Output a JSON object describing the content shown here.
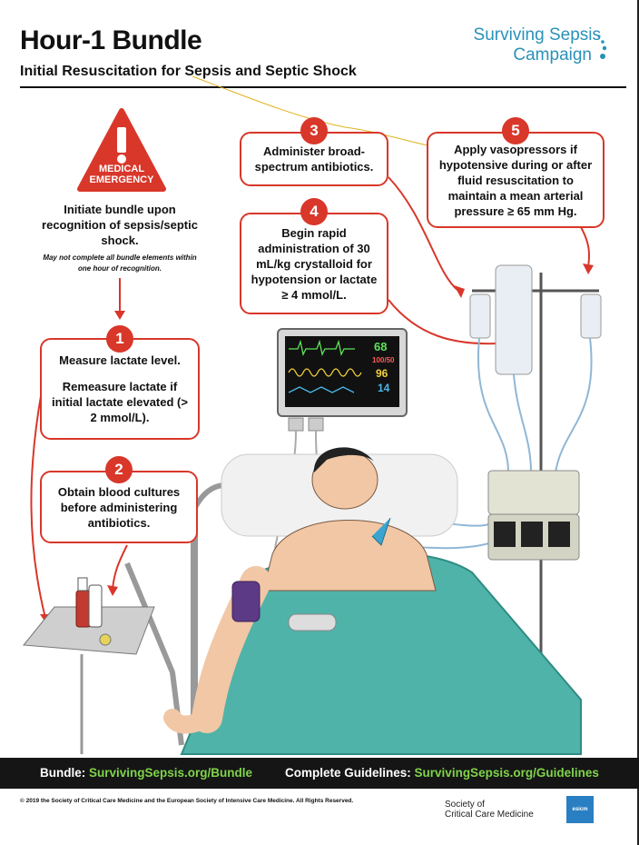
{
  "header": {
    "title": "Hour-1 Bundle",
    "subtitle": "Initial Resuscitation for Sepsis and Septic Shock",
    "logo_line1": "Surviving Sepsis",
    "logo_line2": "Campaign"
  },
  "emergency": {
    "icon": "warning-exclamation-icon",
    "line1": "MEDICAL",
    "line2": "EMERGENCY",
    "initiate": "Initiate bundle upon recognition of sepsis/septic shock.",
    "note": "May not complete all bundle elements within one hour of recognition."
  },
  "steps": [
    {
      "number": "1",
      "text": "Measure lactate level.",
      "text2": "Remeasure lactate if initial lactate elevated (> 2 mmol/L)."
    },
    {
      "number": "2",
      "text": "Obtain blood cultures before administering antibiotics."
    },
    {
      "number": "3",
      "text": "Administer broad-spectrum antibiotics."
    },
    {
      "number": "4",
      "text": "Begin rapid administration of 30 mL/kg crystalloid for hypotension or lactate ≥ 4 mmol/L."
    },
    {
      "number": "5",
      "text": "Apply vasopressors if hypotensive during or after fluid resuscitation to maintain a mean arterial pressure ≥ 65 mm Hg."
    }
  ],
  "monitor": {
    "hr": "68",
    "bp": "100/50",
    "spo2": "96",
    "rr": "14"
  },
  "footer": {
    "bundle_label": "Bundle:",
    "bundle_url": "SurvivingSepsis.org/Bundle",
    "guidelines_label": "Complete Guidelines:",
    "guidelines_url": "SurvivingSepsis.org/Guidelines",
    "copyright": "© 2019 the Society of Critical Care Medicine and the European Society of Intensive Care Medicine. All Rights Reserved.",
    "sccm_line1": "Society of",
    "sccm_line2": "Critical Care Medicine",
    "esicm": "esicm"
  },
  "colors": {
    "accent_red": "#d8372a",
    "brand_blue": "#2a91b8",
    "footer_bg": "#151515",
    "url_green": "#7fd44a",
    "blanket_teal": "#4fb3a9"
  }
}
